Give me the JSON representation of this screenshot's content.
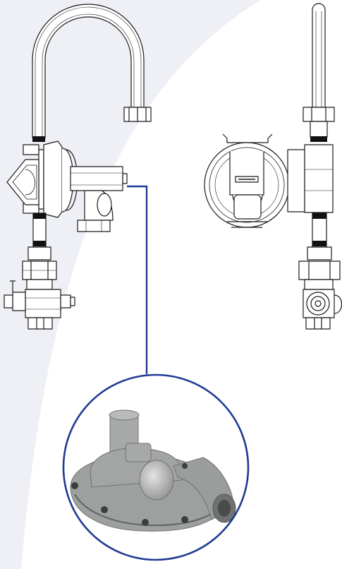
{
  "figure": {
    "views": [
      "side-view",
      "front-view"
    ],
    "callout": "product-photo"
  },
  "colors": {
    "line_art": "#1a1a1a",
    "callout_leader": "#1f3a93",
    "background_swoosh": "#eef0f6",
    "regulator_body": "#a7a9a8",
    "regulator_shadow": "#6f7271",
    "bolt": "#3c3d3e"
  }
}
